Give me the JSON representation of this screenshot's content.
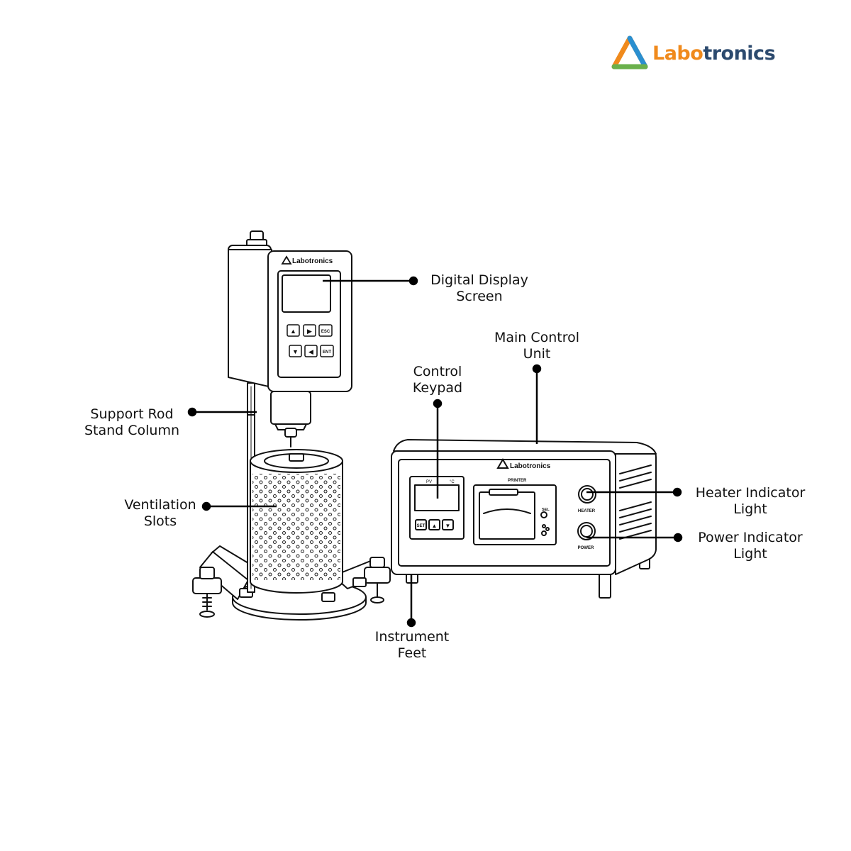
{
  "brand": {
    "name_part1": "Labo",
    "name_part2": "tronics",
    "colors": {
      "orange": "#f08a1c",
      "navy": "#2c4a6e",
      "green": "#6ab04c",
      "blue": "#2a8fd0"
    }
  },
  "device": {
    "head_brand": "Labotronics",
    "head_keys": [
      "▲",
      "▶",
      "ESC",
      "▼",
      "◀",
      "ENT"
    ],
    "unit_brand": "Labotronics",
    "printer_label": "PRINTER",
    "controller_pv": "PV",
    "controller_unit": "°C",
    "controller_keys": [
      "SET",
      "▲",
      "▼"
    ],
    "sel_label": "SEL",
    "heater_label": "HEATER",
    "power_label": "POWER"
  },
  "callouts": {
    "display": {
      "line1": "Digital Display",
      "line2": "Screen"
    },
    "main_unit": {
      "line1": "Main Control",
      "line2": "Unit"
    },
    "keypad": {
      "line1": "Control",
      "line2": "Keypad"
    },
    "support": {
      "line1": "Support Rod",
      "line2": "Stand Column"
    },
    "ventilation": {
      "line1": "Ventilation",
      "line2": "Slots"
    },
    "heater": {
      "line1": "Heater Indicator",
      "line2": "Light"
    },
    "power": {
      "line1": "Power Indicator",
      "line2": "Light"
    },
    "feet": {
      "line1": "Instrument",
      "line2": "Feet"
    }
  }
}
